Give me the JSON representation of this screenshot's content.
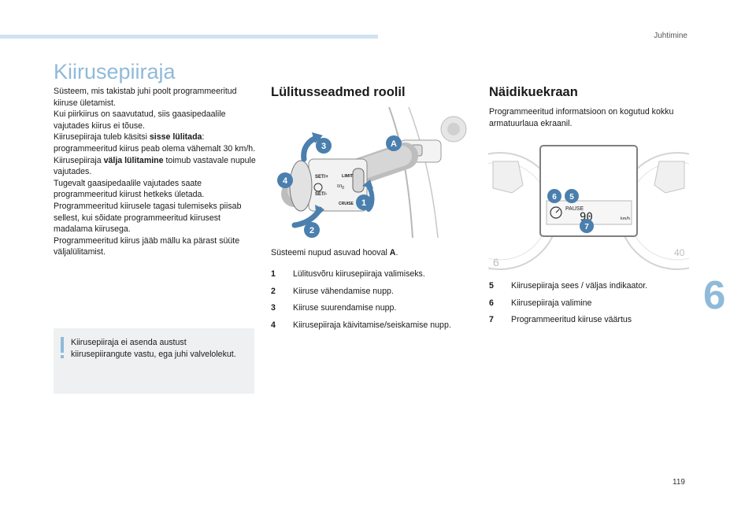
{
  "header": {
    "section_tag": "Juhtimine"
  },
  "title": "Kiirusepiiraja",
  "intro": {
    "p1": "Süsteem, mis takistab juhi poolt programmeeritud kiiruse ületamist.",
    "p2": "Kui piirkiirus on saavutatud, siis gaasipedaalile vajutades kiirus ei tõuse.",
    "p3_pre": "Kiirusepiiraja tuleb käsitsi ",
    "p3_bold": "sisse lülitada",
    "p3_post": ": programmeeritud kiirus peab olema vähemalt 30 km/h.",
    "p4_pre": "Kiirusepiiraja ",
    "p4_bold": "välja lülitamine",
    "p4_post": " toimub vastavale nupule vajutades.",
    "p5": "Tugevalt gaasipedaalile vajutades saate programmeeritud kiirust hetkeks ületada.",
    "p6": "Programmeeritud kiirusele tagasi tulemiseks piisab sellest, kui sõidate programmeeritud kiirusest madalama kiirusega.",
    "p7": "Programmeeritud kiirus jääb mällu ka pärast süüte väljalülitamist."
  },
  "note": "Kiirusepiiraja ei asenda austust kiirusepiirangute vastu, ega juhi valvelolekut.",
  "switches": {
    "title": "Lülitusseadmed roolil",
    "located_pre": "Süsteemi nupud asuvad hooval ",
    "located_bold": "A",
    "located_post": ".",
    "figure": {
      "labels": [
        "SET/+",
        "LIMIT",
        "SET/-",
        "CRUISE",
        "0",
        "0/I"
      ],
      "callouts": [
        "A",
        "1",
        "2",
        "3",
        "4"
      ]
    },
    "items": [
      {
        "num": "1",
        "text": "Lülitusvõru kiirusepiiraja valimiseks."
      },
      {
        "num": "2",
        "text": "Kiiruse vähendamise nupp."
      },
      {
        "num": "3",
        "text": "Kiiruse suurendamise nupp."
      },
      {
        "num": "4",
        "text": "Kiirusepiiraja käivitamise/seiskamise nupp."
      }
    ]
  },
  "display": {
    "title": "Näidikuekraan",
    "intro": "Programmeeritud informatsioon on kogutud kokku armatuurlaua ekraanil.",
    "figure": {
      "pause": "PAUSE",
      "speed": "90",
      "unit": "km/h",
      "dial_left": "6",
      "dial_right": "40",
      "callouts": [
        "5",
        "6",
        "7"
      ]
    },
    "items": [
      {
        "num": "5",
        "text": "Kiirusepiiraja sees / väljas indikaator."
      },
      {
        "num": "6",
        "text": "Kiirusepiiraja valimine"
      },
      {
        "num": "7",
        "text": "Programmeeritud kiiruse väärtus"
      }
    ]
  },
  "chapter": "6",
  "page_number": "119",
  "colors": {
    "accent": "#8fbad9",
    "callout": "#4a7fae",
    "note_bg": "#eef0f2"
  }
}
